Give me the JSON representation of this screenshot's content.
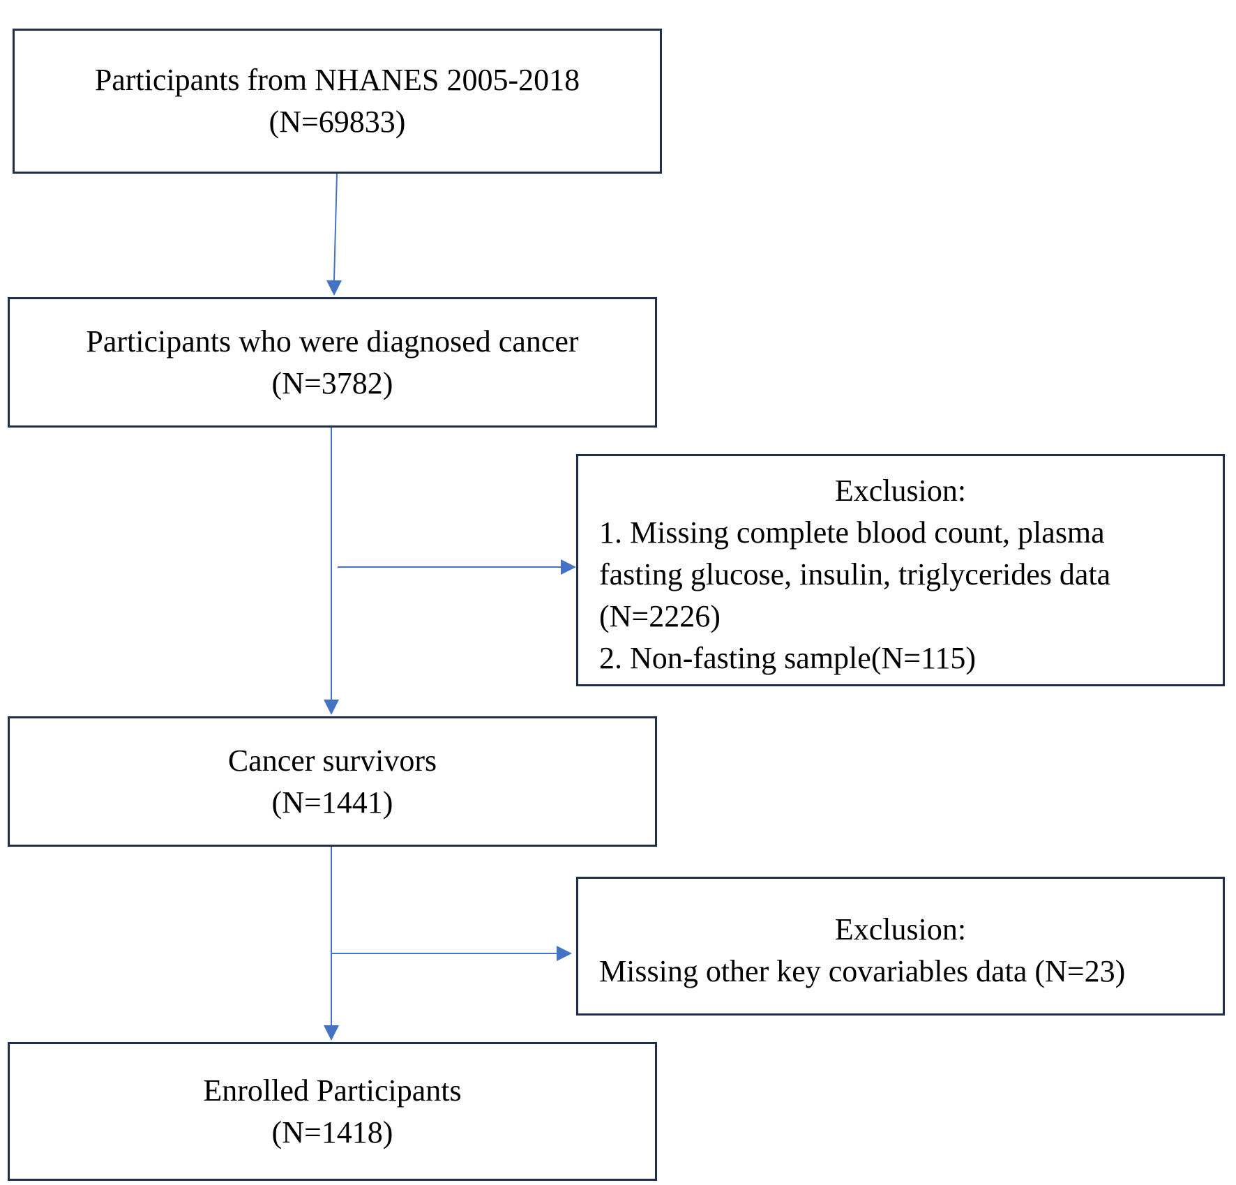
{
  "flowchart": {
    "step1": {
      "label": "Participants from NHANES 2005-2018",
      "count": "(N=69833)"
    },
    "step2": {
      "label": "Participants who were diagnosed cancer",
      "count": "(N=3782)"
    },
    "exclusion1": {
      "title": "Exclusion:",
      "item1_line1": "1. Missing complete blood count, plasma",
      "item1_line2": "fasting glucose, insulin, triglycerides data",
      "item1_line3": "(N=2226)",
      "item2": "2. Non-fasting sample(N=115)"
    },
    "step3": {
      "label": "Cancer survivors",
      "count": "(N=1441)"
    },
    "exclusion2": {
      "title": "Exclusion:",
      "item1": "Missing other key covariables data (N=23)"
    },
    "step4": {
      "label": "Enrolled Participants",
      "count": "(N=1418)"
    }
  },
  "colors": {
    "box_border": "#1f2d4e",
    "arrow": "#4472c4"
  }
}
